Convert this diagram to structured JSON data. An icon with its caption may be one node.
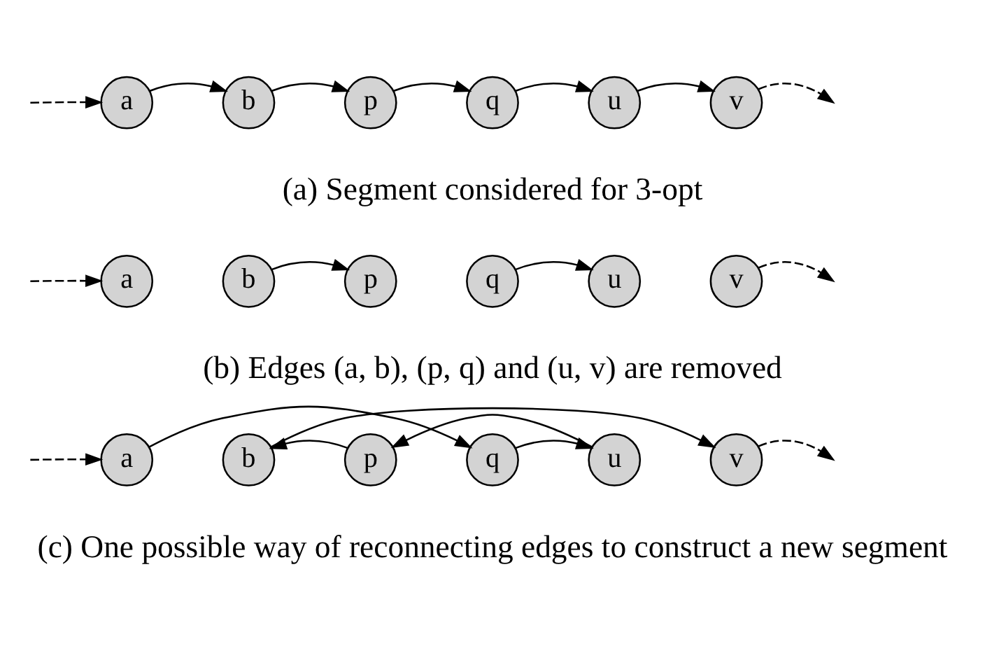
{
  "diagram": {
    "nodes": [
      {
        "text": [
          "a"
        ]
      },
      {
        "text": [
          "b"
        ]
      },
      {
        "text": [
          "p"
        ]
      },
      {
        "text": [
          "q"
        ]
      },
      {
        "text": [
          "u"
        ]
      },
      {
        "text": [
          "v"
        ]
      },
      {
        "text": [
          "a"
        ]
      },
      {
        "text": [
          "b"
        ]
      },
      {
        "text": [
          "p"
        ]
      },
      {
        "text": [
          "q"
        ]
      },
      {
        "text": [
          "u"
        ]
      },
      {
        "text": [
          "v"
        ]
      },
      {
        "text": [
          "a"
        ]
      },
      {
        "text": [
          "b"
        ]
      },
      {
        "text": [
          "p"
        ]
      },
      {
        "text": [
          "q"
        ]
      },
      {
        "text": [
          "u"
        ]
      },
      {
        "text": [
          "v"
        ]
      }
    ],
    "edges": [
      {
        "from": null,
        "to": 0,
        "arrow": "to",
        "style": "dashed"
      },
      {
        "from": 0,
        "to": 1,
        "arrow": "to"
      },
      {
        "from": 1,
        "to": 2,
        "arrow": "to"
      },
      {
        "from": 2,
        "to": 3,
        "arrow": "to"
      },
      {
        "from": 3,
        "to": 4,
        "arrow": "to"
      },
      {
        "from": 4,
        "to": 5,
        "arrow": "to"
      },
      {
        "from": 5,
        "to": null,
        "arrow": "to",
        "style": "dashed"
      },
      {
        "from": null,
        "to": 6,
        "arrow": "to",
        "style": "dashed"
      },
      {
        "from": 7,
        "to": 8,
        "arrow": "to"
      },
      {
        "from": 9,
        "to": 10,
        "arrow": "to"
      },
      {
        "from": 11,
        "to": null,
        "arrow": "to",
        "style": "dashed"
      },
      {
        "from": null,
        "to": 12,
        "arrow": "to",
        "style": "dashed"
      },
      {
        "from": 12,
        "to": 15,
        "arrow": "to"
      },
      {
        "from": 14,
        "to": 13,
        "arrow": "to"
      },
      {
        "from": 15,
        "to": 16,
        "arrow": "to"
      },
      {
        "from": 16,
        "to": 14,
        "arrow": "to"
      },
      {
        "from": 13,
        "to": 17,
        "arrow": "to"
      },
      {
        "from": 17,
        "to": null,
        "arrow": "to",
        "style": "dashed"
      }
    ],
    "labels": [
      "(a) Segment considered for 3-opt",
      "(b) Edges (a, b), (p, q) and (u, v) are removed",
      "(c) One possible way of reconnecting edges to construct a new segment"
    ]
  }
}
